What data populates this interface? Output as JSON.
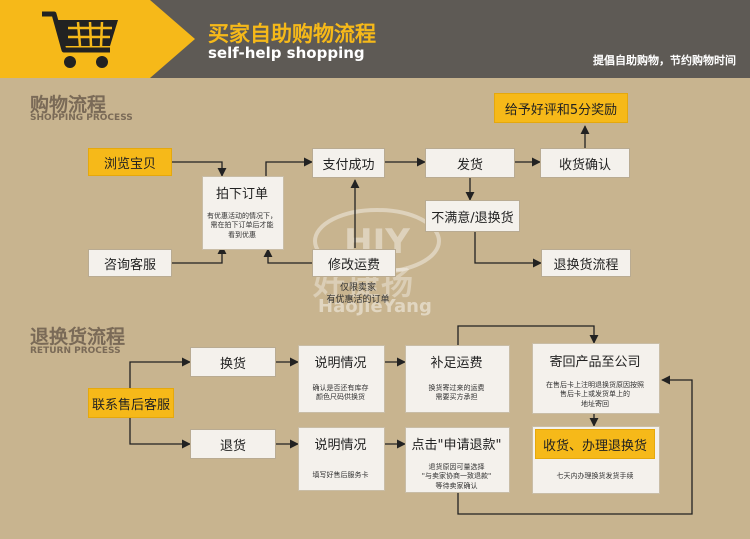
{
  "header": {
    "title_cn": "买家自助购物流程",
    "title_en": "self-help shopping",
    "slogan": "提倡自助购物，节约购物时间",
    "icon": "shopping-cart-icon"
  },
  "shopping_section": {
    "title_cn": "购物流程",
    "title_en": "SHOPPING PROCESS"
  },
  "return_section": {
    "title_cn": "退换货流程",
    "title_en": "RETURN PROCESS"
  },
  "watermark": {
    "logo": "HJY",
    "cn": "好捷扬",
    "en": "HaoJieYang"
  },
  "shopping_nodes": {
    "browse": "浏览宝贝",
    "consult": "咨询客服",
    "order": "拍下订单",
    "order_note": "有优惠活动的情况下，\n需在拍下订单后才能\n看到优惠",
    "pay": "支付成功",
    "modify_fee": "修改运费",
    "modify_note": "仅限卖家\n有优惠活的订单",
    "ship": "发货",
    "receive": "收货确认",
    "praise": "给予好评和5分奖励",
    "unsatisfied": "不满意/退换货",
    "return_flow": "退换货流程"
  },
  "return_nodes": {
    "contact": "联系售后客服",
    "exchange": "换货",
    "refund": "退货",
    "explain1": "说明情况",
    "explain1_note": "确认是否还有库存\n颜色尺码供换货",
    "explain2": "说明情况",
    "explain2_note": "填写好售后服务卡",
    "extra_fee": "补足运费",
    "extra_fee_note": "换货寄过来的运费\n需要买方承担",
    "apply_refund": "点击\"申请退款\"",
    "apply_refund_note": "退货原因可量选择\n\"与卖家协商一致退款\"\n等待卖家确认",
    "send_back": "寄回产品至公司",
    "send_back_note": "在售后卡上注明退换货原因按照\n售后卡上或发货单上的\n地址寄回",
    "done": "收货、办理退换货",
    "done_note": "七天内办理换货发货手续"
  },
  "colors": {
    "background": "#c8b48f",
    "accent": "#f6b919",
    "header_dark": "#5e5a55",
    "node": "#f4f1ec",
    "arrow": "#222222"
  }
}
